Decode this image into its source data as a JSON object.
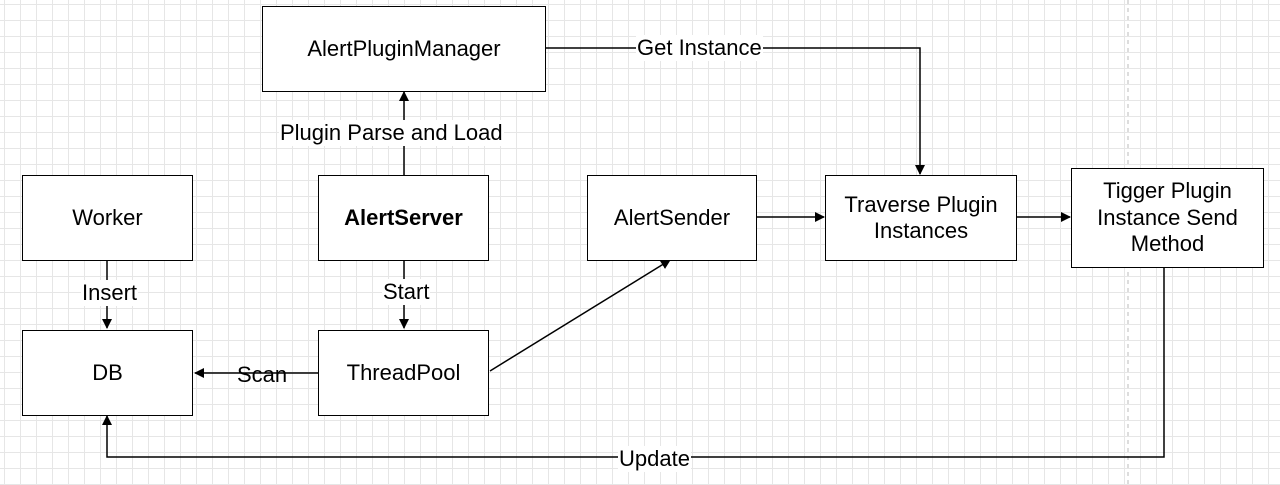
{
  "nodes": {
    "plugin_manager": "AlertPluginManager",
    "worker": "Worker",
    "alert_server": "AlertServer",
    "alert_sender": "AlertSender",
    "traverse": "Traverse Plugin\nInstances",
    "trigger": "Tigger Plugin\nInstance Send\nMethod",
    "db": "DB",
    "thread_pool": "ThreadPool"
  },
  "edges": {
    "get_instance": "Get Instance",
    "plugin_parse": "Plugin Parse and Load",
    "insert": "Insert",
    "start": "Start",
    "scan": "Scan",
    "update": "Update"
  },
  "colors": {
    "line": "#000000",
    "grid": "#e6e6e6",
    "dashed_guide": "#bbbbbb"
  }
}
